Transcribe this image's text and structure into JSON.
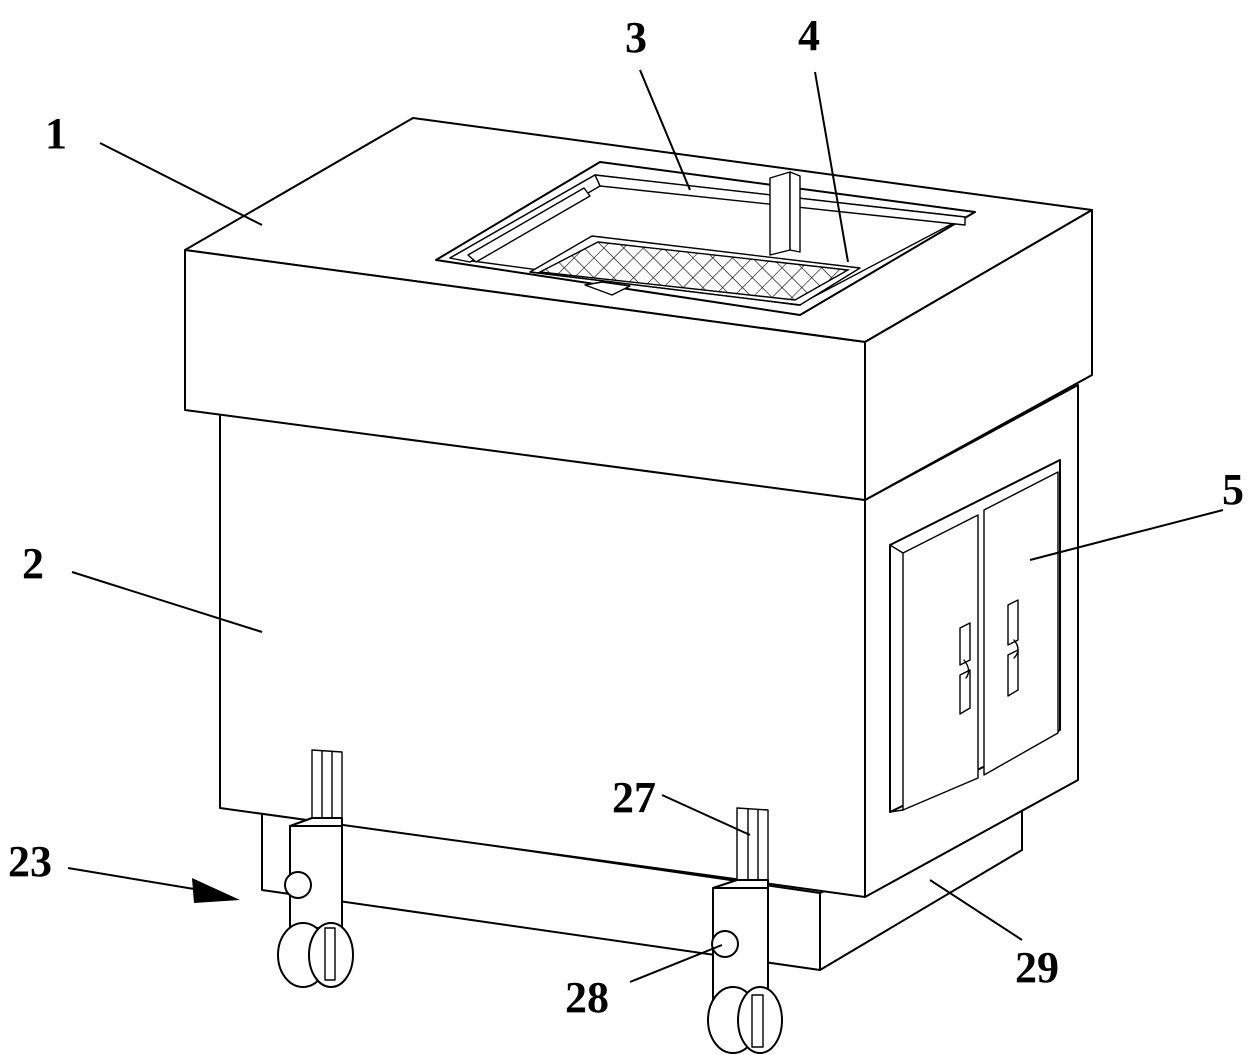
{
  "labels": [
    {
      "id": "1",
      "text": "1"
    },
    {
      "id": "2",
      "text": "2"
    },
    {
      "id": "3",
      "text": "3"
    },
    {
      "id": "4",
      "text": "4"
    },
    {
      "id": "5",
      "text": "5"
    },
    {
      "id": "23",
      "text": "23"
    },
    {
      "id": "27",
      "text": "27"
    },
    {
      "id": "28",
      "text": "28"
    },
    {
      "id": "29",
      "text": "29"
    }
  ],
  "colors": {
    "line": "#000000",
    "background": "#ffffff"
  }
}
